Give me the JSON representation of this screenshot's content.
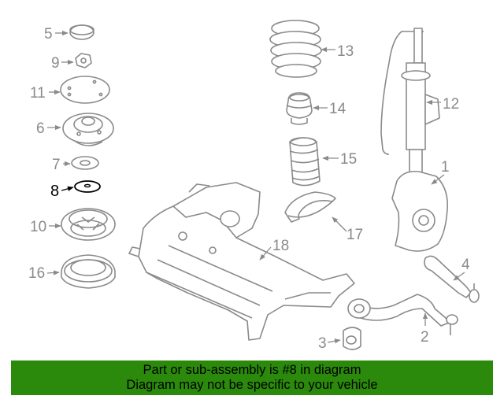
{
  "callouts": {
    "c1": "1",
    "c2": "2",
    "c3": "3",
    "c4": "4",
    "c5": "5",
    "c6": "6",
    "c7": "7",
    "c8": "8",
    "c9": "9",
    "c10": "10",
    "c11": "11",
    "c12": "12",
    "c13": "13",
    "c14": "14",
    "c15": "15",
    "c16": "16",
    "c17": "17",
    "c18": "18"
  },
  "highlight": {
    "callout": "8",
    "color": "#000000"
  },
  "colors": {
    "line": "#8a8a8a",
    "banner": "#2b8a0c",
    "banner_text": "#000000"
  },
  "banner": {
    "line1": "Part or sub-assembly is #8 in diagram",
    "line2": "Diagram may not be specific to your vehicle"
  }
}
